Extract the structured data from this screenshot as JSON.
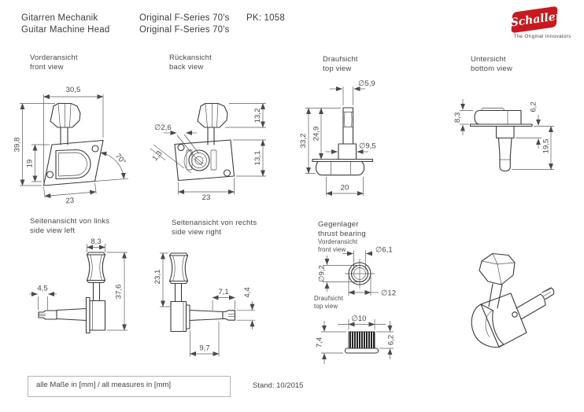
{
  "header": {
    "product_de": "Gitarren Mechanik",
    "product_en": "Guitar Machine Head",
    "series_de": "Original F-Series 70's",
    "series_en": "Original F-Series 70's",
    "pk": "PK: 1058"
  },
  "logo": {
    "brand": "Schaller",
    "tagline": "The Original Innovators",
    "brand_red": "#c7191f"
  },
  "views": {
    "front": {
      "label_de": "Vorderansicht",
      "label_en": "front view",
      "dim_width": "30,5",
      "dim_total_height": "39,8",
      "dim_plate_height": "19",
      "dim_plate_width": "23",
      "dim_angle": "70°"
    },
    "back": {
      "label_de": "Rückansicht",
      "label_en": "back view",
      "dim_screw": "∅2,6",
      "dim_offset": "1,3",
      "dim_button": "13,2",
      "dim_plate": "13,1",
      "dim_plate_width": "23"
    },
    "top": {
      "label_de": "Draufsicht",
      "label_en": "top view",
      "dim_post": "∅5,9",
      "dim_total": "33,2",
      "dim_upper": "24,9",
      "dim_bushing": "∅9,5",
      "dim_housing": "20"
    },
    "bottom": {
      "label_de": "Untersicht",
      "label_en": "bottom view",
      "dim_housing": "8,3",
      "dim_bushing": "6,2",
      "dim_post": "19,5"
    },
    "side_left": {
      "label_de": "Seitenansicht von links",
      "label_en": "side view left",
      "dim_button": "8,3",
      "dim_tip": "4,5",
      "dim_total": "37,6"
    },
    "side_right": {
      "label_de": "Seitenansicht von rechts",
      "label_en": "side view right",
      "dim_height": "23,1",
      "dim_post": "7,1",
      "dim_tip": "4,4",
      "dim_length": "9,7"
    },
    "bearing": {
      "title_de": "Gegenlager",
      "title_en": "thrust bearing",
      "front_de": "Vorderansicht",
      "front_en": "front view",
      "top_de": "Draufsicht",
      "top_en": "top view",
      "dim_bore": "∅6,1",
      "dim_ring": "∅9,2",
      "dim_outer": "∅12",
      "dim_thread": "∅10",
      "dim_height": "7,4",
      "dim_body": "6,2"
    }
  },
  "footer": {
    "note": "alle Maße in [mm] / all measures in [mm]",
    "revision": "Stand: 10/2015"
  }
}
